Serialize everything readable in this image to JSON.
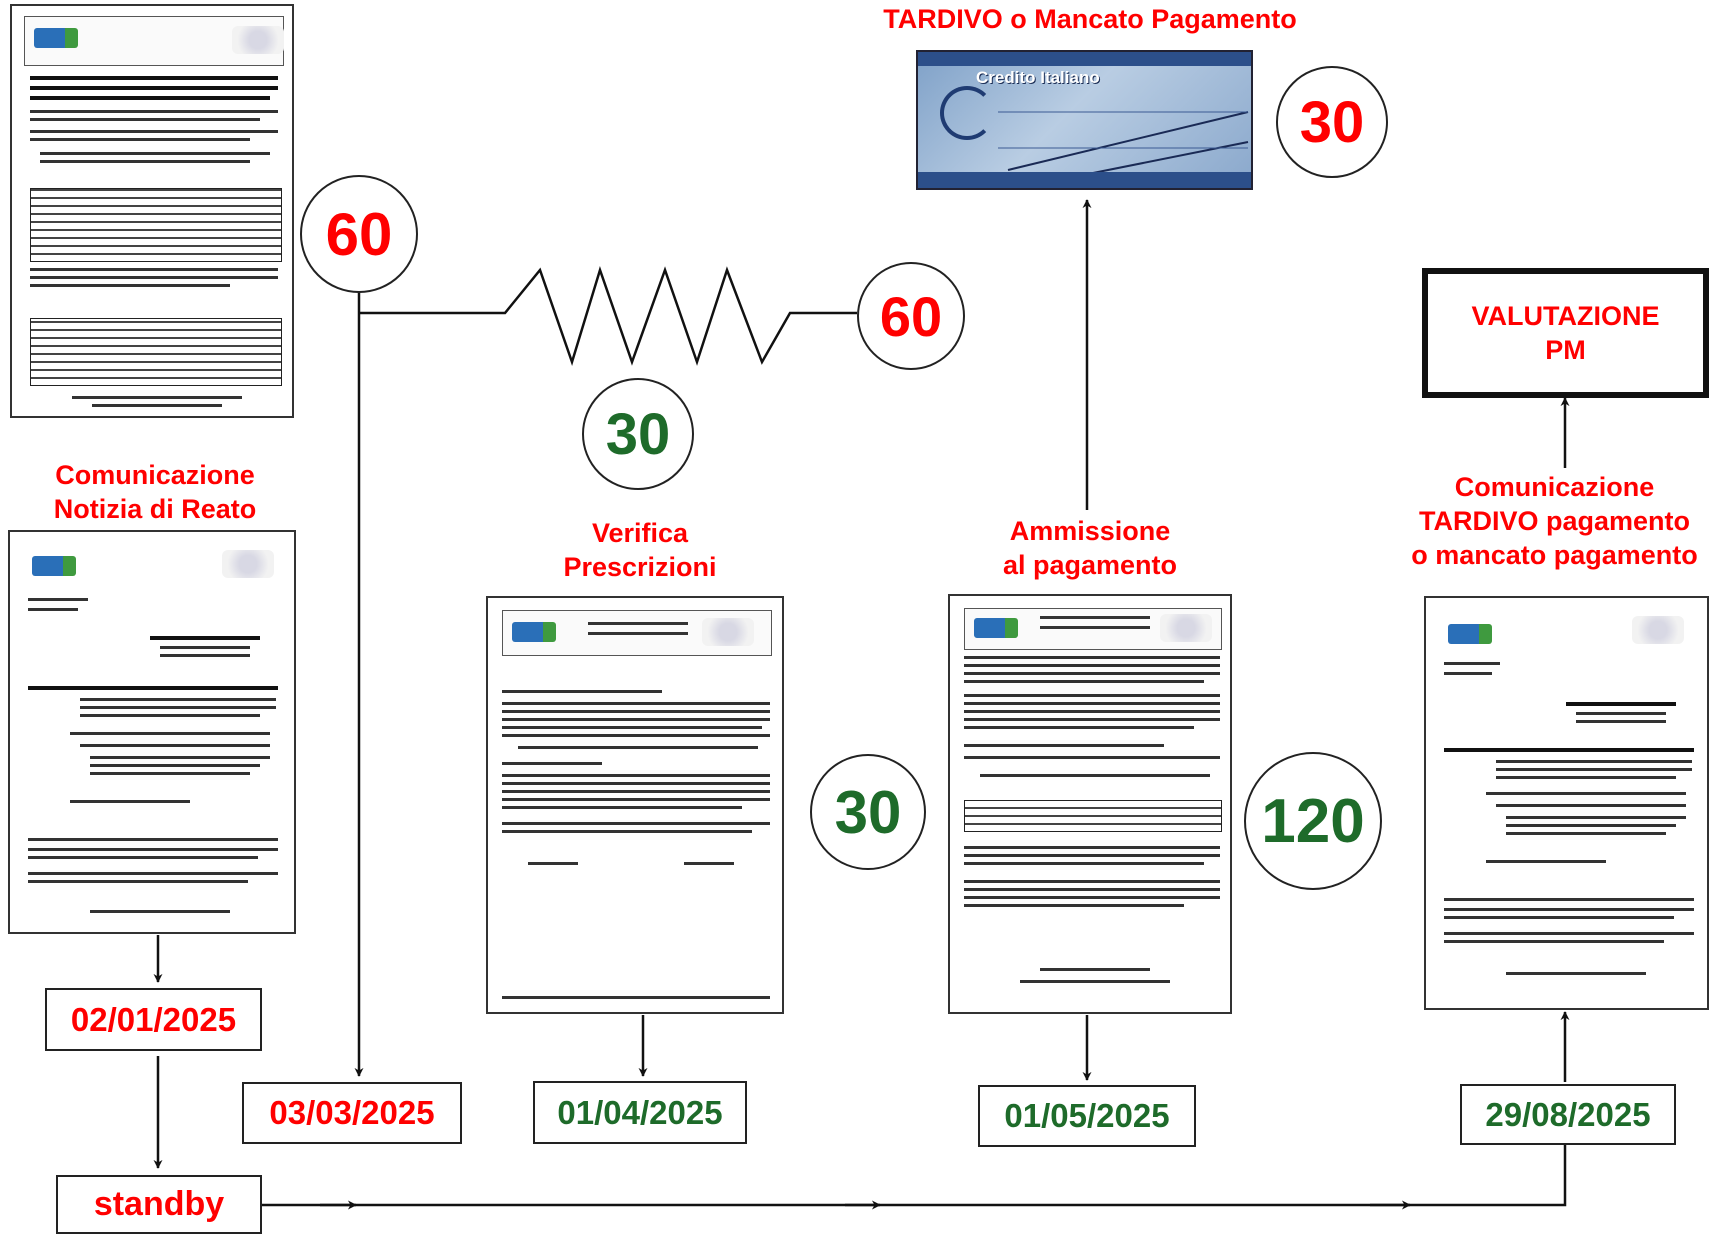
{
  "labels": {
    "tardivo_top": "TARDIVO o Mancato Pagamento",
    "comunicazione_notizia": [
      "Comunicazione",
      "Notizia di Reato"
    ],
    "verifica": [
      "Verifica",
      "Prescrizioni"
    ],
    "ammissione": [
      "Ammissione",
      "al pagamento"
    ],
    "comunicazione_tardivo": [
      "Comunicazione",
      "TARDIVO pagamento",
      "o mancato pagamento"
    ]
  },
  "valutazione": [
    "VALUTAZIONE",
    "PM"
  ],
  "circles": {
    "c60_left": "60",
    "c60_right": "60",
    "c30_spring": "30",
    "c30_top": "30",
    "c30_mid": "30",
    "c120": "120"
  },
  "dates": {
    "d1": "02/01/2025",
    "d2": "03/03/2025",
    "d3": "01/04/2025",
    "d4": "01/05/2025",
    "d5": "29/08/2025"
  },
  "standby": "standby",
  "cheque": {
    "bank_name": "Credito Italiano"
  },
  "colors": {
    "red": "#ff0000",
    "green": "#1e6b2a",
    "line": "#111111"
  }
}
